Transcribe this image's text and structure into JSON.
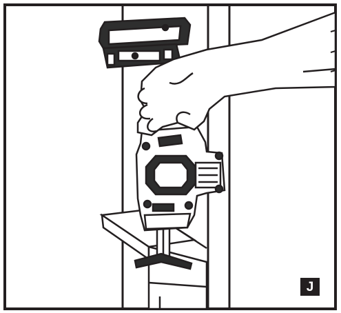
{
  "figure": {
    "step_label": "J",
    "colors": {
      "ink": "#231f20",
      "tool_body": "#3a3a3a",
      "background": "#ffffff"
    },
    "icons": [
      "cordless-saw-tool",
      "battery-pack",
      "hand",
      "saw-blade",
      "wall-stud",
      "wood-board"
    ]
  }
}
